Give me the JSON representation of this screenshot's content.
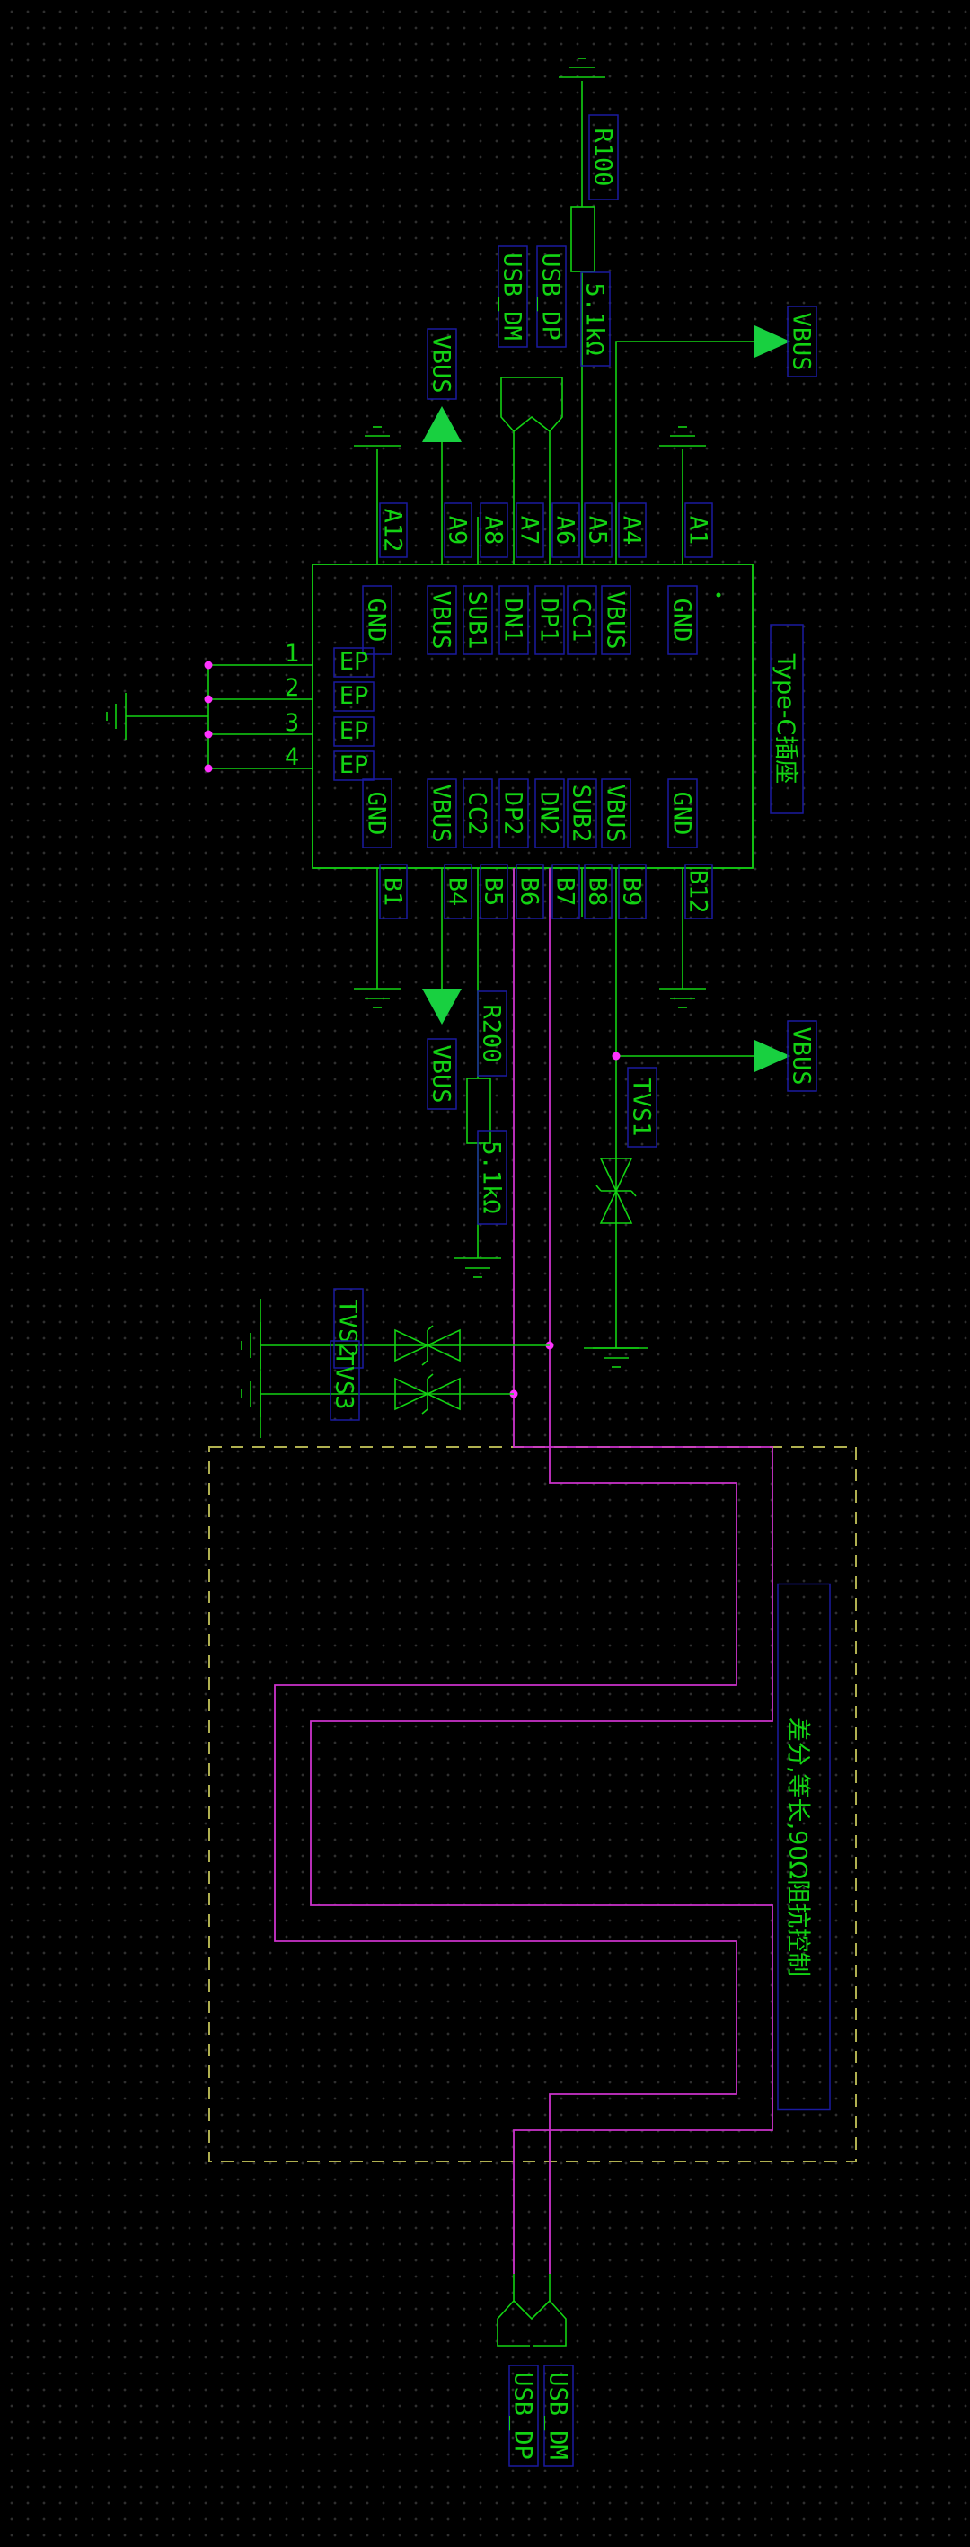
{
  "connector": {
    "title": "Type-C插座",
    "ep_label": "EP",
    "pad_numbers": [
      "1",
      "2",
      "3",
      "4"
    ],
    "top_pins": [
      {
        "pin": "A12",
        "net": "GND"
      },
      {
        "pin": "A9",
        "net": "VBUS"
      },
      {
        "pin": "A8",
        "net": "SUB1"
      },
      {
        "pin": "A7",
        "net": "DN1"
      },
      {
        "pin": "A6",
        "net": "DP1"
      },
      {
        "pin": "A5",
        "net": "CC1"
      },
      {
        "pin": "A4",
        "net": "VBUS"
      },
      {
        "pin": "A1",
        "net": "GND"
      }
    ],
    "bottom_pins": [
      {
        "pin": "B1",
        "net": "GND"
      },
      {
        "pin": "B4",
        "net": "VBUS"
      },
      {
        "pin": "B5",
        "net": "CC2"
      },
      {
        "pin": "B6",
        "net": "DP2"
      },
      {
        "pin": "B7",
        "net": "DN2"
      },
      {
        "pin": "B8",
        "net": "SUB2"
      },
      {
        "pin": "B9",
        "net": "VBUS"
      },
      {
        "pin": "B12",
        "net": "GND"
      }
    ]
  },
  "resistors": [
    {
      "ref": "R100",
      "value": "5.1kΩ"
    },
    {
      "ref": "R200",
      "value": "5.1kΩ"
    }
  ],
  "tvs": [
    "TVS1",
    "TVS2",
    "TVS3"
  ],
  "power_net": "VBUS",
  "net_labels": {
    "dp": "USB_DP",
    "dm": "USB_DM"
  },
  "annotation": "差分,等长,90Ω阻抗控制",
  "colors": {
    "background": "#000000",
    "wire": "#13d313",
    "text": "#13d313",
    "label_box": "#1a1aa0",
    "diff_trace": "#cc33cc",
    "junction": "#ff33ff",
    "component_fill": "#000000",
    "region_border": "#b0b050",
    "power_arrow": "#18d040"
  }
}
